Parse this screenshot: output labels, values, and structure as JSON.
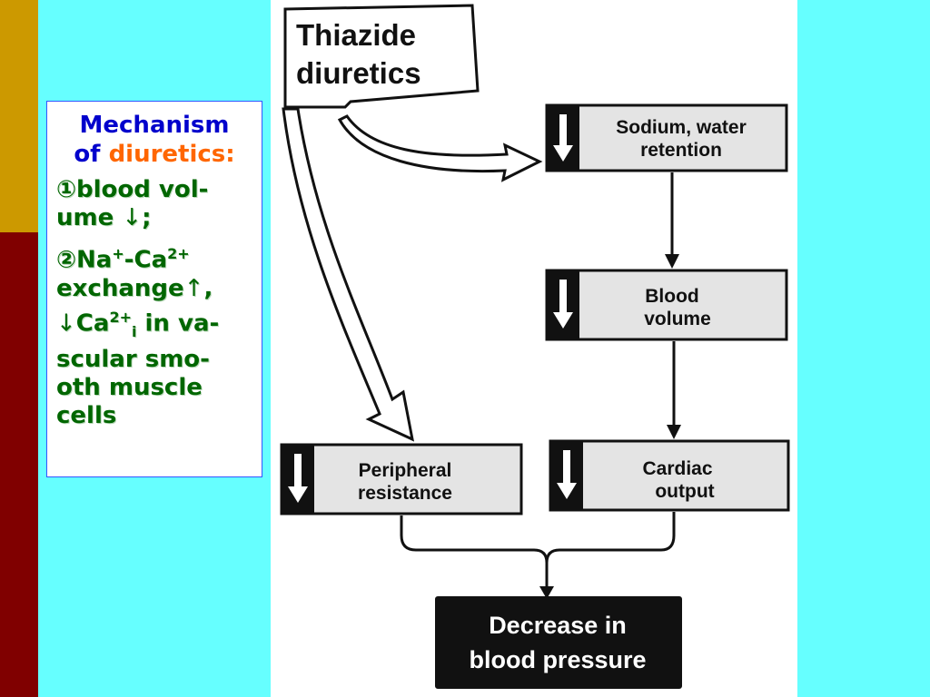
{
  "sidebar": {
    "title_word1": "Mechanism",
    "title_word2": "of",
    "title_word3": "diuretics:",
    "item1_marker": "①",
    "item1_line1": "blood vol-",
    "item1_line2": "ume",
    "item1_arrow": "↓",
    "item1_end": ";",
    "item2_marker": "②",
    "item2_na": "Na",
    "item2_na_sup": "+",
    "item2_dash": "-Ca",
    "item2_ca_sup": "2+",
    "item2_line2": "exchange",
    "item2_arrow_up": "↑",
    "item2_comma": ",",
    "item2_arrow_down": "↓",
    "item2_ca": "Ca",
    "item2_ca2_sup": "2+",
    "item2_sub": "i",
    "item2_rest1": " in va-",
    "item2_line4": "scular smo-",
    "item2_line5": "oth muscle",
    "item2_line6": "cells"
  },
  "diagram": {
    "thiazide_line1": "Thiazide",
    "thiazide_line2": "diuretics",
    "sodium_line1": "Sodium, water",
    "sodium_line2": "retention",
    "blood_line1": "Blood",
    "blood_line2": "volume",
    "cardiac_line1": "Cardiac",
    "cardiac_line2": "output",
    "peripheral_line1": "Peripheral",
    "peripheral_line2": "resistance",
    "decrease_line1": "Decrease in",
    "decrease_line2": "blood pressure"
  },
  "colors": {
    "background": "#66ffff",
    "gold_bar": "#cc9900",
    "red_bar": "#800000",
    "title_blue": "#0000cc",
    "title_orange": "#ff6600",
    "item_green": "#006600"
  }
}
